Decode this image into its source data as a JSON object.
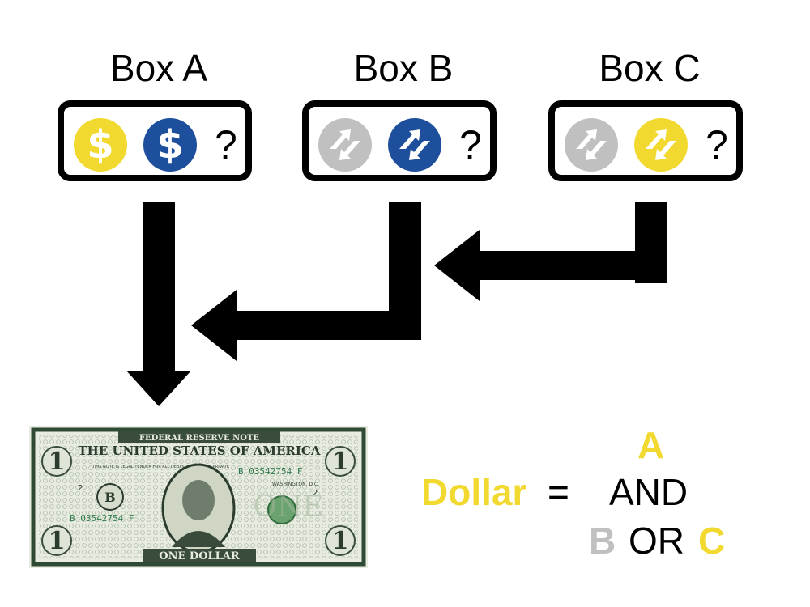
{
  "boxes": [
    {
      "title": "Box A",
      "coins": [
        "dollar-yellow",
        "dollar-blue"
      ],
      "unknown": "?"
    },
    {
      "title": "Box B",
      "coins": [
        "swap-gray",
        "swap-blue"
      ],
      "unknown": "?"
    },
    {
      "title": "Box C",
      "coins": [
        "swap-gray",
        "swap-yellow"
      ],
      "unknown": "?"
    }
  ],
  "coin_symbol": "$",
  "bill": {
    "header": "FEDERAL RESERVE NOTE",
    "country": "THE UNITED STATES OF AMERICA",
    "serial": "B 03542754 F",
    "denomination": "ONE DOLLAR",
    "numeral": "1",
    "city": "WASHINGTON, D.C.",
    "tender_text": "THIS NOTE IS LEGAL TENDER FOR ALL DEBTS, PUBLIC AND PRIVATE",
    "plate": "2",
    "seal_letter": "B",
    "watermark": "ONE"
  },
  "formula": {
    "lhs": "Dollar",
    "equals": "=",
    "a": "A",
    "and": "AND",
    "b": "B",
    "or": "OR",
    "c": "C"
  },
  "colors": {
    "yellow": "#f2d930",
    "blue": "#1e4f9c",
    "gray": "#c0c0c0",
    "black": "#000000",
    "bill_green": "#2f5a3a"
  }
}
